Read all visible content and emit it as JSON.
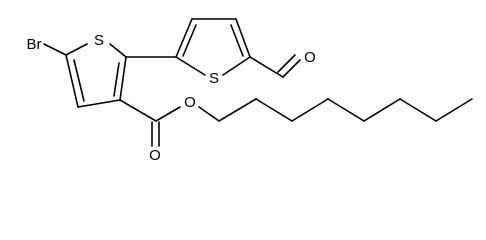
{
  "molecule": {
    "atoms": {
      "br": "Br",
      "s1": "S",
      "s2": "S",
      "o_carbonyl": "O",
      "o_ester": "O",
      "o_aldehyde": "O"
    }
  }
}
